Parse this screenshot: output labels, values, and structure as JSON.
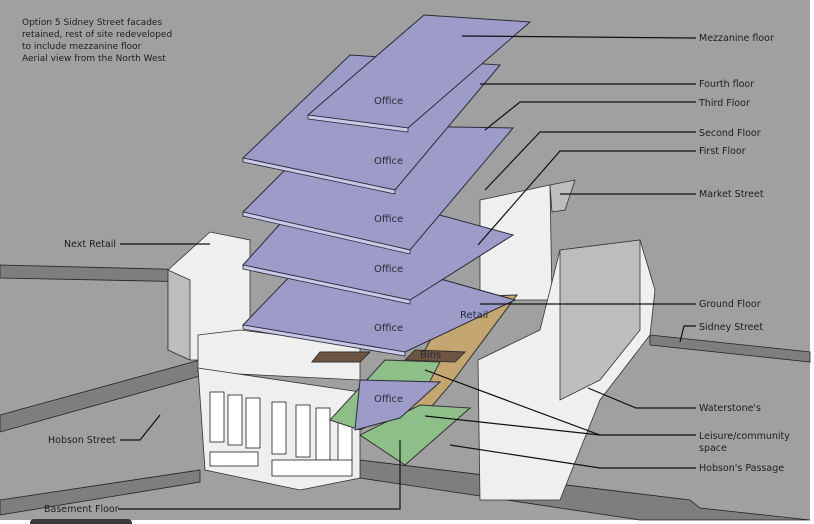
{
  "note": [
    "Option 5 Sidney Street facades",
    "retained, rest of site redeveloped",
    "to include mezzanine floor",
    "Aerial view from the North West"
  ],
  "labels": {
    "mezzanine": "Mezzanine floor",
    "fourth": "Fourth floor",
    "third": "Third Floor",
    "second": "Second Floor",
    "first": "First Floor",
    "market": "Market Street",
    "next_retail": "Next Retail",
    "ground": "Ground Floor",
    "sidney": "Sidney Street",
    "waterstones": "Waterstone's",
    "leisure_1": "Leisure/community",
    "leisure_2": "space",
    "hobsons_passage": "Hobson's Passage",
    "hobson_street": "Hobson Street",
    "basement": "Basement Floor"
  },
  "zones": {
    "office": "Office",
    "retail": "Retail",
    "bins": "Bins"
  },
  "colors": {
    "background": "#a0a0a0",
    "office": "#9d9cc9",
    "retail": "#c4a670",
    "leisure": "#8ebf88",
    "bins": "#6e5542",
    "road": "#7e7e7e"
  }
}
